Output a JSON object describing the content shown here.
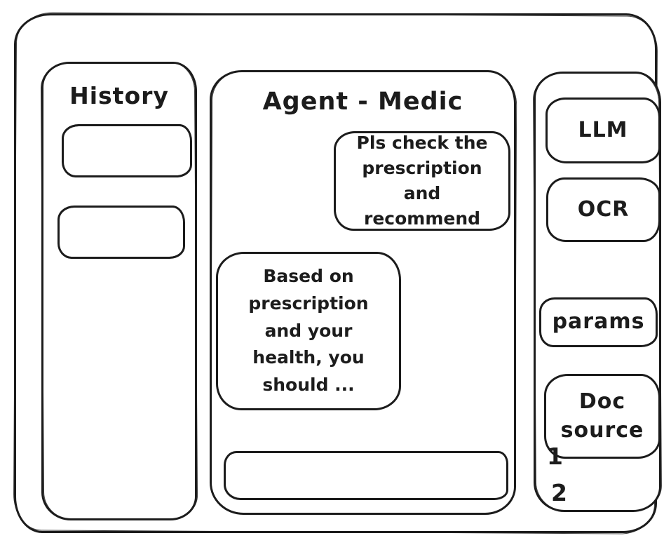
{
  "window": {
    "background": "#ffffff",
    "ink": "#1c1c1c"
  },
  "history_panel": {
    "title": "History",
    "items": [
      {
        "label": ""
      },
      {
        "label": ""
      }
    ]
  },
  "chat_panel": {
    "title": "Agent - Medic",
    "messages": [
      {
        "role": "user",
        "align": "right",
        "text": "Pls check the prescription and recommend"
      },
      {
        "role": "assistant",
        "align": "left",
        "text": "Based on prescription and your health, you should ..."
      }
    ],
    "input": {
      "value": "",
      "placeholder": ""
    }
  },
  "tools_panel": {
    "buttons": [
      {
        "label": "LLM"
      },
      {
        "label": "OCR"
      },
      {
        "label": "params"
      },
      {
        "label": "Doc source"
      }
    ],
    "source_numbers": [
      "1",
      "2"
    ]
  }
}
